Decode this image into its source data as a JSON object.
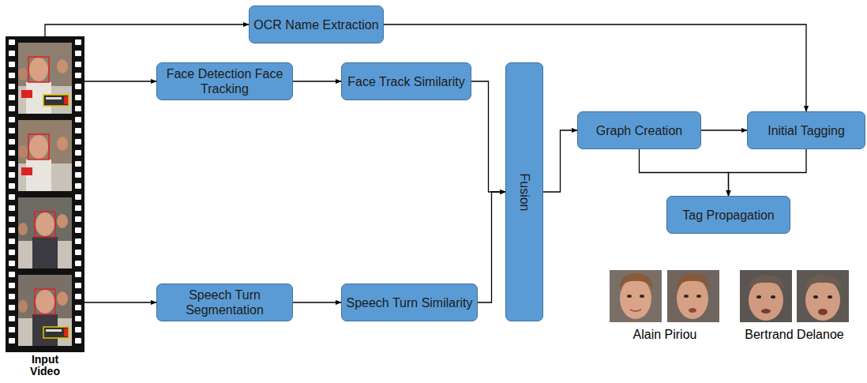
{
  "diagram": {
    "nodes": [
      {
        "text": [
          "Input Video"
        ]
      },
      {
        "text": [
          "OCR Name Extraction"
        ]
      },
      {
        "text": [
          "Face Detection Face Tracking"
        ]
      },
      {
        "text": [
          "Face Track Similarity"
        ]
      },
      {
        "text": [
          "Speech Turn Segmentation"
        ]
      },
      {
        "text": [
          "Speech Turn Similarity"
        ]
      },
      {
        "text": [
          "Fusion"
        ]
      },
      {
        "text": [
          "Graph Creation"
        ]
      },
      {
        "text": [
          "Initial Tagging"
        ]
      },
      {
        "text": [
          "Tag Propagation"
        ]
      }
    ],
    "edges": [
      {
        "from": 0,
        "to": 1,
        "arrow": "to"
      },
      {
        "from": 0,
        "to": 2,
        "arrow": "to"
      },
      {
        "from": 0,
        "to": 4,
        "arrow": "to"
      },
      {
        "from": 2,
        "to": 3,
        "arrow": "to"
      },
      {
        "from": 4,
        "to": 5,
        "arrow": "to"
      },
      {
        "from": 3,
        "to": 6,
        "arrow": "to"
      },
      {
        "from": 5,
        "to": 6,
        "arrow": "to"
      },
      {
        "from": 6,
        "to": 7,
        "arrow": "to"
      },
      {
        "from": 1,
        "to": 8,
        "arrow": "to"
      },
      {
        "from": 7,
        "to": 8,
        "arrow": "to"
      },
      {
        "from": 7,
        "to": 9,
        "arrow": "to"
      },
      {
        "from": 8,
        "to": 9,
        "arrow": "to"
      }
    ],
    "labels": [
      "Alain Piriou",
      "Bertrand Delanoe"
    ]
  }
}
